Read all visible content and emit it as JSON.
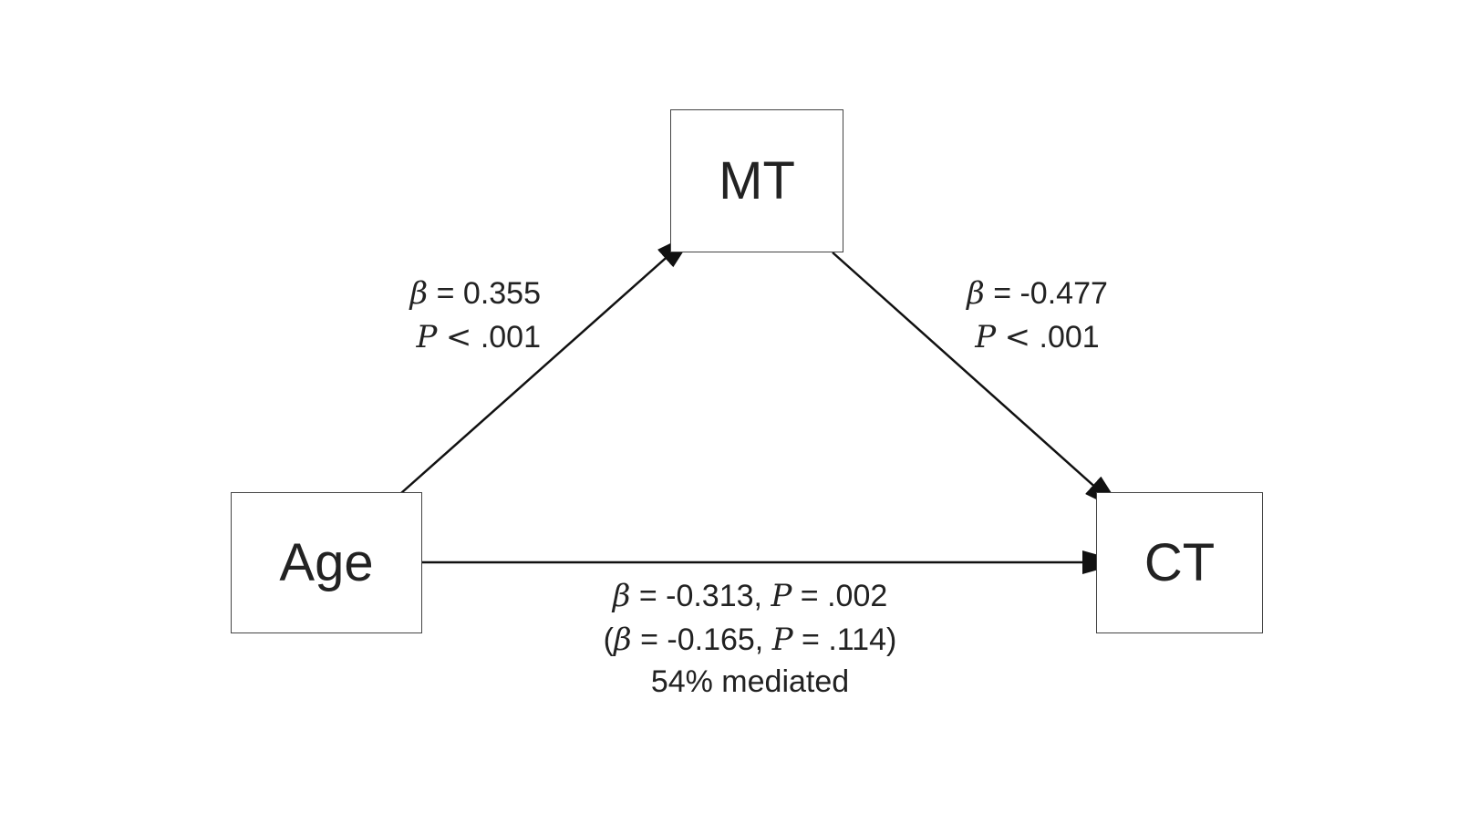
{
  "nodes": {
    "mediator": "MT",
    "predictor": "Age",
    "outcome": "CT"
  },
  "paths": {
    "a": {
      "beta_symbol": "β",
      "beta_text": "= 0.355",
      "p_symbol": "P",
      "p_lt": "<",
      "p_text": ".001"
    },
    "b": {
      "beta_symbol": "β",
      "beta_text": "= -0.477",
      "p_symbol": "P",
      "p_lt": "<",
      "p_text": ".001"
    },
    "c": {
      "total_beta_symbol": "β",
      "total_beta_text": "= -0.313,",
      "total_p_symbol": "P",
      "total_p_text": "= .002",
      "direct_open": "(",
      "direct_beta_symbol": "β",
      "direct_beta_text": "= -0.165,",
      "direct_p_symbol": "P",
      "direct_p_text": "= .114)",
      "mediated_text": "54% mediated"
    }
  },
  "colors": {
    "box_border": "#444444",
    "arrow": "#111111",
    "text": "#222222"
  }
}
